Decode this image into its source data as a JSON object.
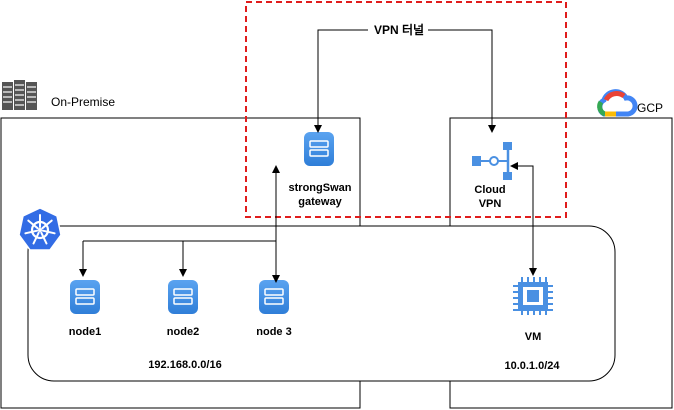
{
  "on_premise": {
    "label": "On-Premise",
    "icon": "server-rack-icon"
  },
  "gcp": {
    "label": "GCP",
    "icon": "google-cloud-icon",
    "colors": [
      "#EA4335",
      "#4285F4",
      "#34A853",
      "#FBBC05"
    ]
  },
  "vpn_tunnel": {
    "label": "VPN 터널",
    "border_color": "#e01c1c"
  },
  "strongswan": {
    "line1": "strongSwan",
    "line2": "gateway",
    "icon": "server-icon"
  },
  "cloud_vpn": {
    "line1": "Cloud",
    "line2": "VPN",
    "icon": "cloud-vpn-icon"
  },
  "kubernetes": {
    "icon": "kubernetes-icon",
    "color": "#326ce5"
  },
  "nodes": [
    {
      "label": "node1",
      "icon": "server-icon"
    },
    {
      "label": "node2",
      "icon": "server-icon"
    },
    {
      "label": "node 3",
      "icon": "server-icon"
    }
  ],
  "vm": {
    "label": "VM",
    "icon": "compute-chip-icon"
  },
  "subnets": {
    "on_premise": "192.168.0.0/16",
    "gcp": "10.0.1.0/24"
  },
  "accent": "#4a90e2"
}
